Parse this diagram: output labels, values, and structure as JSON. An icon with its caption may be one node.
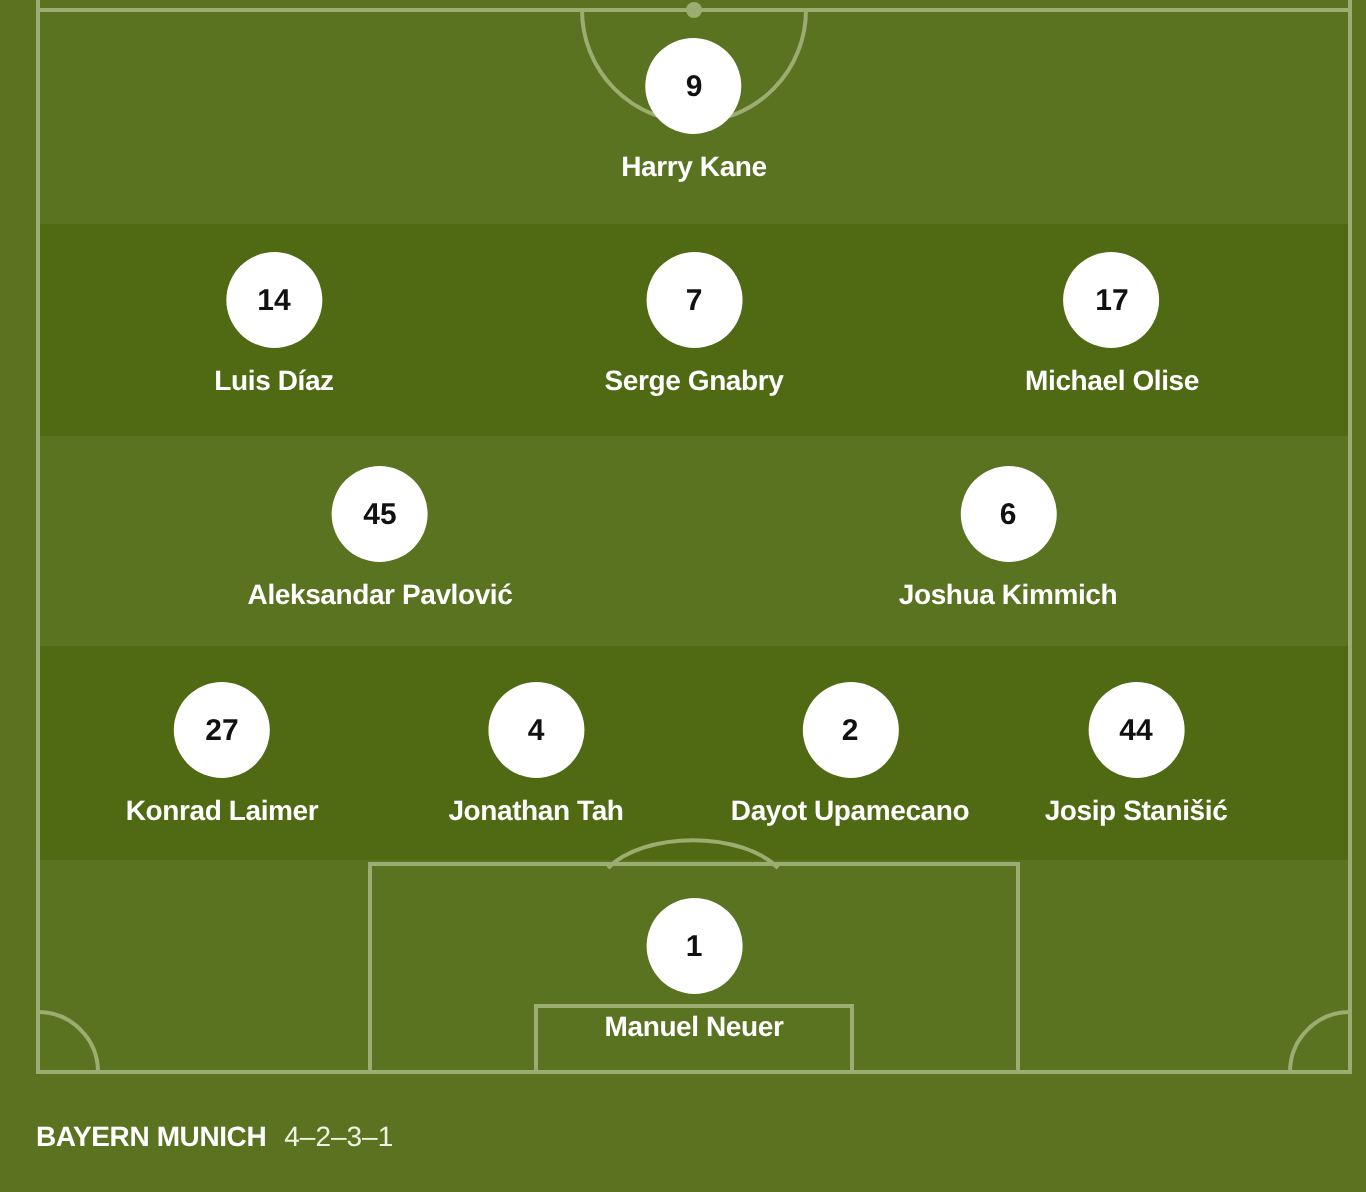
{
  "diagram": {
    "nodes": [
      {
        "text": [
          "9"
        ],
        "beside": [
          "Harry Kane"
        ]
      },
      {
        "text": [
          "14"
        ],
        "beside": [
          "Luis Díaz"
        ]
      },
      {
        "text": [
          "7"
        ],
        "beside": [
          "Serge Gnabry"
        ]
      },
      {
        "text": [
          "17"
        ],
        "beside": [
          "Michael Olise"
        ]
      },
      {
        "text": [
          "45"
        ],
        "beside": [
          "Aleksandar Pavlović"
        ]
      },
      {
        "text": [
          "6"
        ],
        "beside": [
          "Joshua Kimmich"
        ]
      },
      {
        "text": [
          "27"
        ],
        "beside": [
          "Konrad Laimer"
        ]
      },
      {
        "text": [
          "4"
        ],
        "beside": [
          "Jonathan Tah"
        ]
      },
      {
        "text": [
          "2"
        ],
        "beside": [
          "Dayot Upamecano"
        ]
      },
      {
        "text": [
          "44"
        ],
        "beside": [
          "Josip Stanišić"
        ]
      },
      {
        "text": [
          "1"
        ],
        "beside": [
          "Manuel Neuer"
        ]
      }
    ],
    "labels": [
      "BAYERN MUNICH",
      "4–2–3–1"
    ]
  }
}
